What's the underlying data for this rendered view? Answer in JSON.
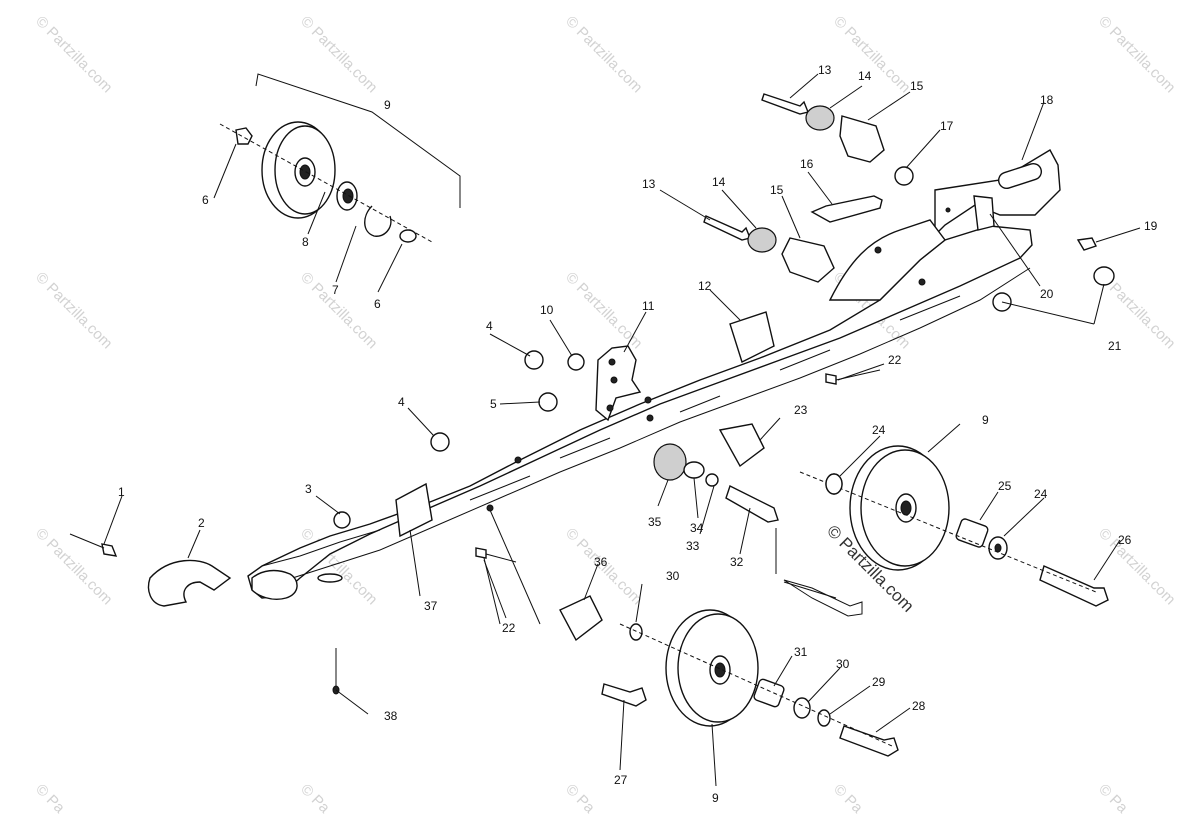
{
  "watermark": {
    "text": "© Partzilla.com",
    "center_text": "© Partzilla.com",
    "corner_fragment": "© Pa"
  },
  "callouts": {
    "c1": "1",
    "c2": "2",
    "c3": "3",
    "c4a": "4",
    "c4b": "4",
    "c5": "5",
    "c6a": "6",
    "c6b": "6",
    "c7": "7",
    "c8": "8",
    "c9a": "9",
    "c9b": "9",
    "c9c": "9",
    "c10": "10",
    "c11": "11",
    "c12": "12",
    "c13a": "13",
    "c13b": "13",
    "c14a": "14",
    "c14b": "14",
    "c15a": "15",
    "c15b": "15",
    "c16": "16",
    "c17": "17",
    "c18": "18",
    "c19": "19",
    "c20": "20",
    "c21": "21",
    "c22a": "22",
    "c22b": "22",
    "c23": "23",
    "c24a": "24",
    "c24b": "24",
    "c25": "25",
    "c26": "26",
    "c27": "27",
    "c28": "28",
    "c29": "29",
    "c30a": "30",
    "c30b": "30",
    "c31": "31",
    "c32": "32",
    "c33": "33",
    "c34": "34",
    "c35": "35",
    "c36": "36",
    "c37": "37",
    "c38": "38"
  }
}
